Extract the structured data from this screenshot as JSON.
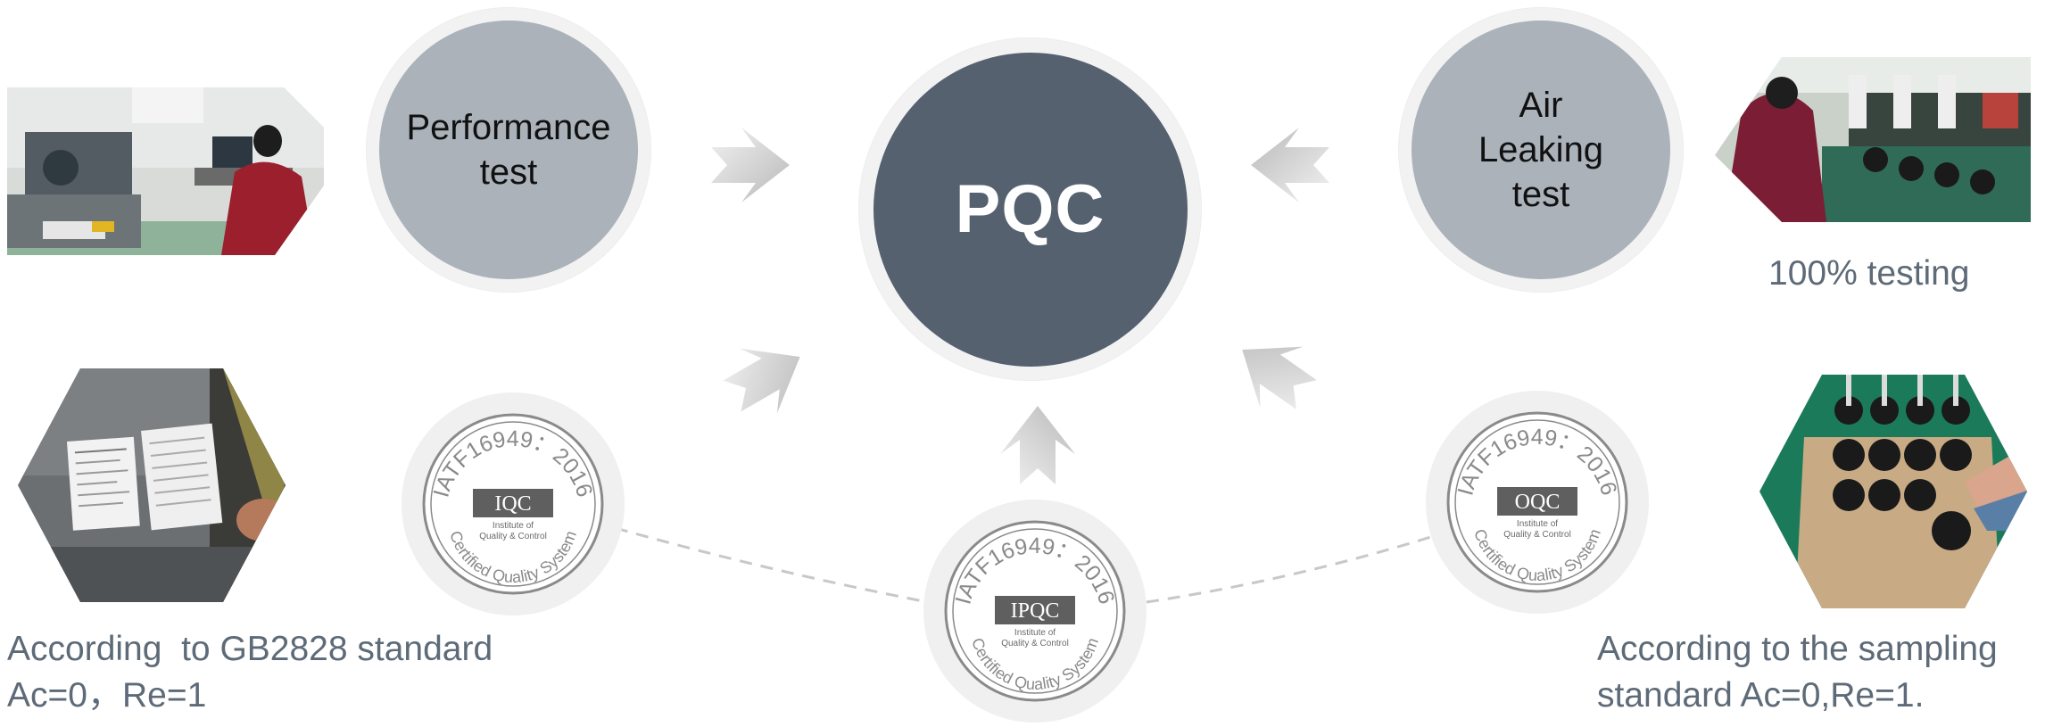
{
  "center": {
    "label": "PQC"
  },
  "performance": {
    "lines": [
      "Performance",
      "test"
    ]
  },
  "air": {
    "lines": [
      "Air",
      "Leaking",
      "test"
    ]
  },
  "seals": {
    "iqc": {
      "ring_text": "IATF16949：2016",
      "bottom_text": "Certified Quality System",
      "code": "IQC",
      "sub1": "Institute of",
      "sub2": "Quality & Control"
    },
    "ipqc": {
      "ring_text": "IATF16949：2016",
      "bottom_text": "Certified Quality System",
      "code": "IPQC",
      "sub1": "Institute of",
      "sub2": "Quality & Control"
    },
    "oqc": {
      "ring_text": "IATF16949：2016",
      "bottom_text": "Certified Quality System",
      "code": "OQC",
      "sub1": "Institute of",
      "sub2": "Quality & Control"
    }
  },
  "captions": {
    "testing": "100% testing",
    "left_line1": "According  to GB2828 standard",
    "left_line2": "Ac=0，Re=1",
    "right_line1": "According to the sampling",
    "right_line2": "standard Ac=0,Re=1."
  },
  "colors": {
    "center_disk": "#566170",
    "side_disk": "#abb2ba",
    "caption_text": "#5d6a78",
    "seal_ink": "#8a8a8a"
  }
}
